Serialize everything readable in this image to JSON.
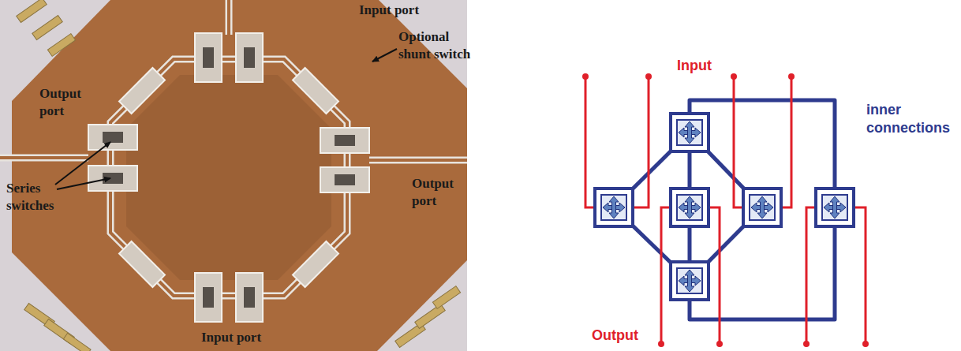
{
  "diagram": {
    "labels": [
      "Input port",
      "Optional shunt switch",
      "Output port",
      "Series switches",
      "Output port",
      "Input port",
      "Input",
      "inner connections",
      "Output"
    ]
  }
}
